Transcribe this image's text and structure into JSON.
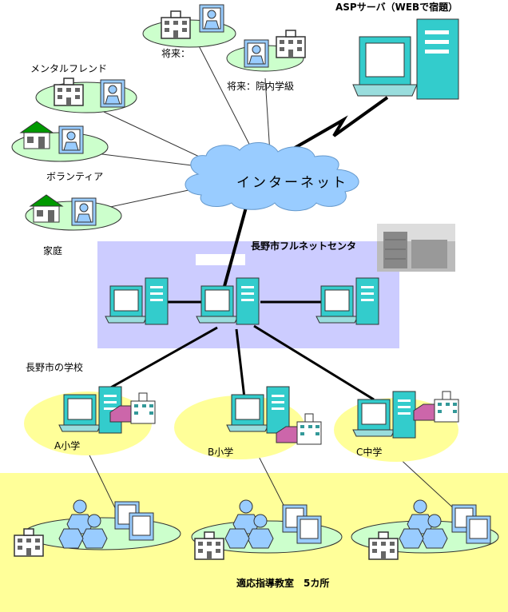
{
  "labels": {
    "asp_server": "ASPサーバ（WEBで宿題）",
    "future_1": "将来：",
    "future_2": "将来：院内学級",
    "mental_friend": "メンタルフレンド",
    "volunteer": "ボランティア",
    "home": "家庭",
    "internet": "インターネット",
    "center": "長野市フルネットセンタ",
    "city_schools": "長野市の学校",
    "school_a": "A小学",
    "school_b": "B小学",
    "school_c": "C中学",
    "classrooms": "適応指導教室　5カ所"
  },
  "colors": {
    "monitor": "#33cccc",
    "ellipse_green": "#ccffcc",
    "ellipse_yellow": "#ffff99",
    "band_yellow": "#ffff99",
    "cloud": "#99ccff",
    "center_box": "#ccccff",
    "roof_green": "#009900"
  }
}
